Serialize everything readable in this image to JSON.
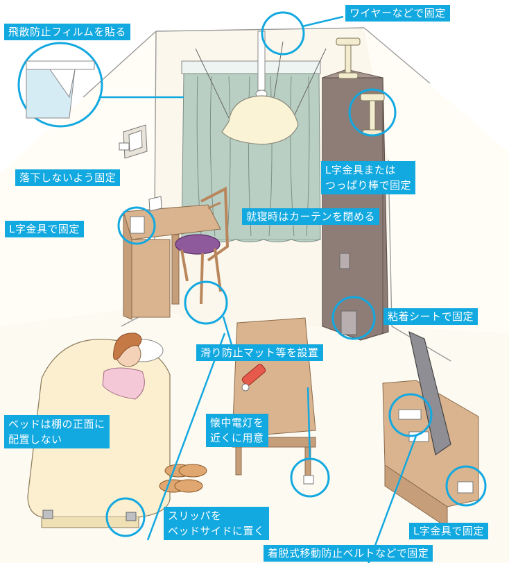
{
  "labels": {
    "wire": "ワイヤーなどで固定",
    "film": "飛散防止フィルムを貼る",
    "fall": "落下しないよう固定",
    "bracket_brace": "L字金具または\nつっぱり棒で固定",
    "curtain": "就寝時はカーテンを閉める",
    "desk_bracket": "L字金具で固定",
    "sticky_sheet": "粘着シートで固定",
    "anti_slip": "滑り防止マット等を設置",
    "bed": "ベッドは棚の正面に\n配置しない",
    "flashlight": "懐中電灯を\n近くに用意",
    "slippers": "スリッパを\nベッドサイドに置く",
    "tv_bracket": "L字金具で固定",
    "belt": "着脱式移動防止ベルトなどで固定"
  },
  "colors": {
    "accent": "#12a8e0",
    "curtain": "#b9cfc4",
    "shelf": "#8e7d77",
    "wood": "#d9b48f",
    "wall": "#fbf7ec",
    "floor": "#fdfaf2",
    "bed": "#fbefcf",
    "chair_seat": "#8e5a9c"
  }
}
